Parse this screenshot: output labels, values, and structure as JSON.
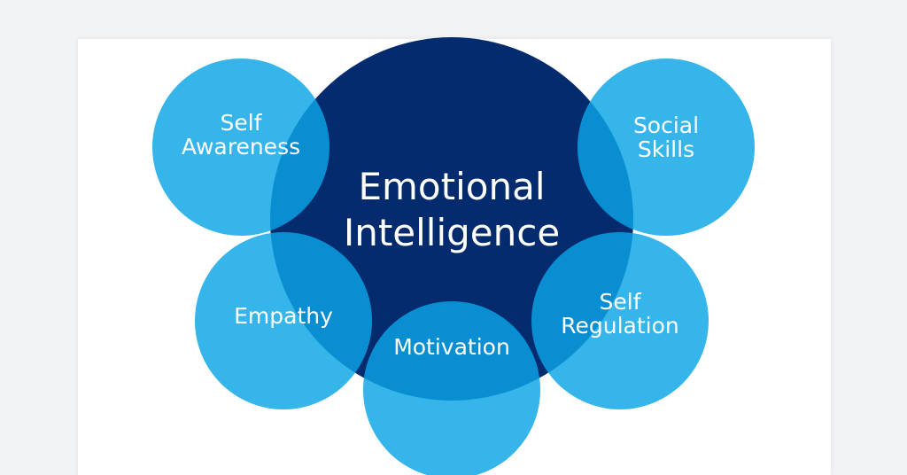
{
  "colors": {
    "background": "#f2f3f5",
    "card": "#ffffff",
    "core": "#032b6e",
    "satellite": "#0aa5e6",
    "satellite_alpha": 0.82,
    "text": "#ffffff"
  },
  "center": {
    "line1": "Emotional",
    "line2": "Intelligence"
  },
  "satellites": {
    "self_awareness": {
      "line1": "Self",
      "line2": "Awareness"
    },
    "social_skills": {
      "line1": "Social",
      "line2": "Skills"
    },
    "empathy": {
      "line1": "Empathy"
    },
    "self_regulation": {
      "line1": "Self",
      "line2": "Regulation"
    },
    "motivation": {
      "line1": "Motivation"
    }
  }
}
